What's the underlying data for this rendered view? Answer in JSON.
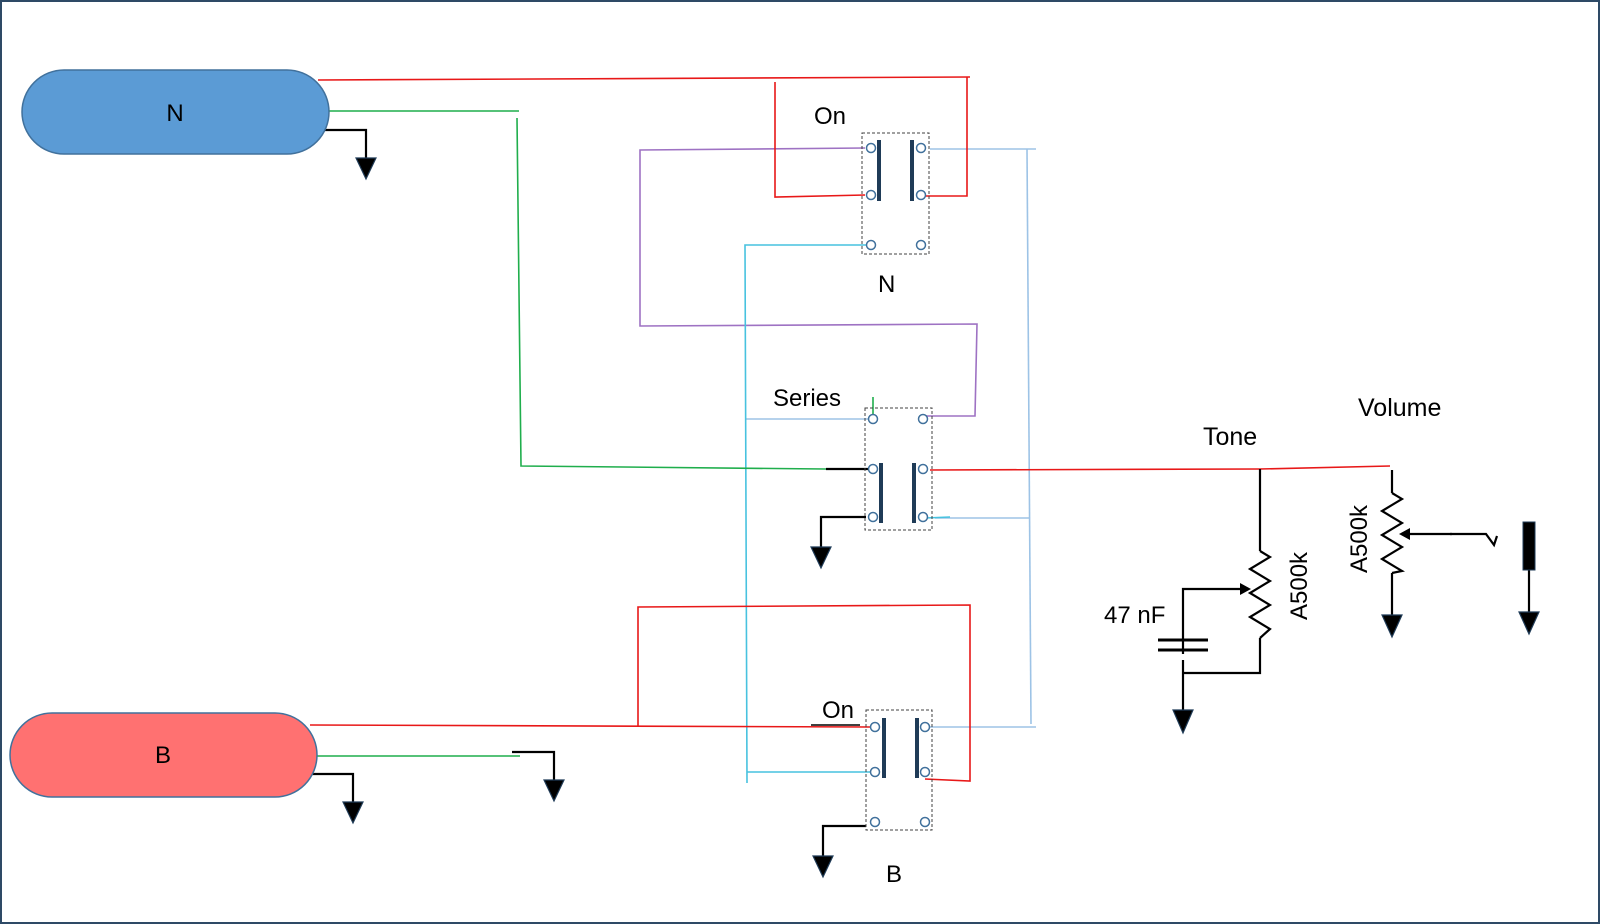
{
  "pickups": {
    "neck": {
      "label": "N",
      "color": "#5b9bd5",
      "stroke": "#41719c"
    },
    "bridge": {
      "label": "B",
      "color": "#ff7171",
      "stroke": "#41719c"
    }
  },
  "switches": {
    "neck_on": {
      "title": "On",
      "caption": "N"
    },
    "series": {
      "title": "Series"
    },
    "bridge_on": {
      "title": "On",
      "caption": "B"
    }
  },
  "controls": {
    "tone": {
      "title": "Tone",
      "pot_value": "A500k"
    },
    "volume": {
      "title": "Volume",
      "pot_value": "A500k"
    },
    "capacitor": {
      "value": "47 nF"
    }
  },
  "wire_colors": {
    "hot": "#e81818",
    "green": "#1fae4c",
    "purple": "#9e72c3",
    "cyan": "#47c2df",
    "light_blue": "#9dc3e6",
    "ground": "#000000"
  }
}
